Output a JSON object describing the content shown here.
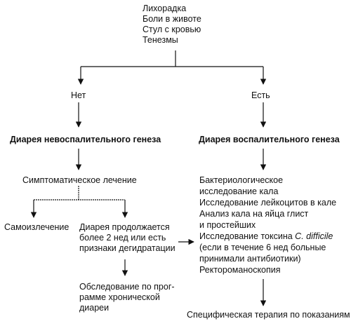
{
  "symptoms": [
    "Лихорадка",
    "Боли в животе",
    "Стул с кровью",
    "Тенезмы"
  ],
  "answer_no": "Нет",
  "answer_yes": "Есть",
  "noninflammatory": "Диарея невоспалительного генеза",
  "inflammatory": "Диарея воспалительного генеза",
  "symptomatic": "Симптоматическое лечение",
  "self_healing": "Самоизлечение",
  "persisting": [
    "Диарея продолжается",
    "более 2 нед или есть",
    "признаки дегидратации"
  ],
  "chronic_exam": [
    "Обследование по прог-",
    "рамме хронической",
    "диареи"
  ],
  "inflam_tests": {
    "line1": "Бактериологическое",
    "line2": "исследование кала",
    "line3": "Исследование лейкоцитов в кале",
    "line4": "Анализ кала на яйца глист",
    "line5": "и простейших",
    "line6_prefix": "Исследование токсина ",
    "line6_organism": "C. difficile",
    "line7": "(если в течение 6 нед больные",
    "line8": "принимали антибиотики)",
    "line9": "Ректороманоскопия"
  },
  "specific_therapy": "Специфическая терапия по показаниям",
  "colors": {
    "ink": "#111111",
    "background": "#ffffff"
  }
}
